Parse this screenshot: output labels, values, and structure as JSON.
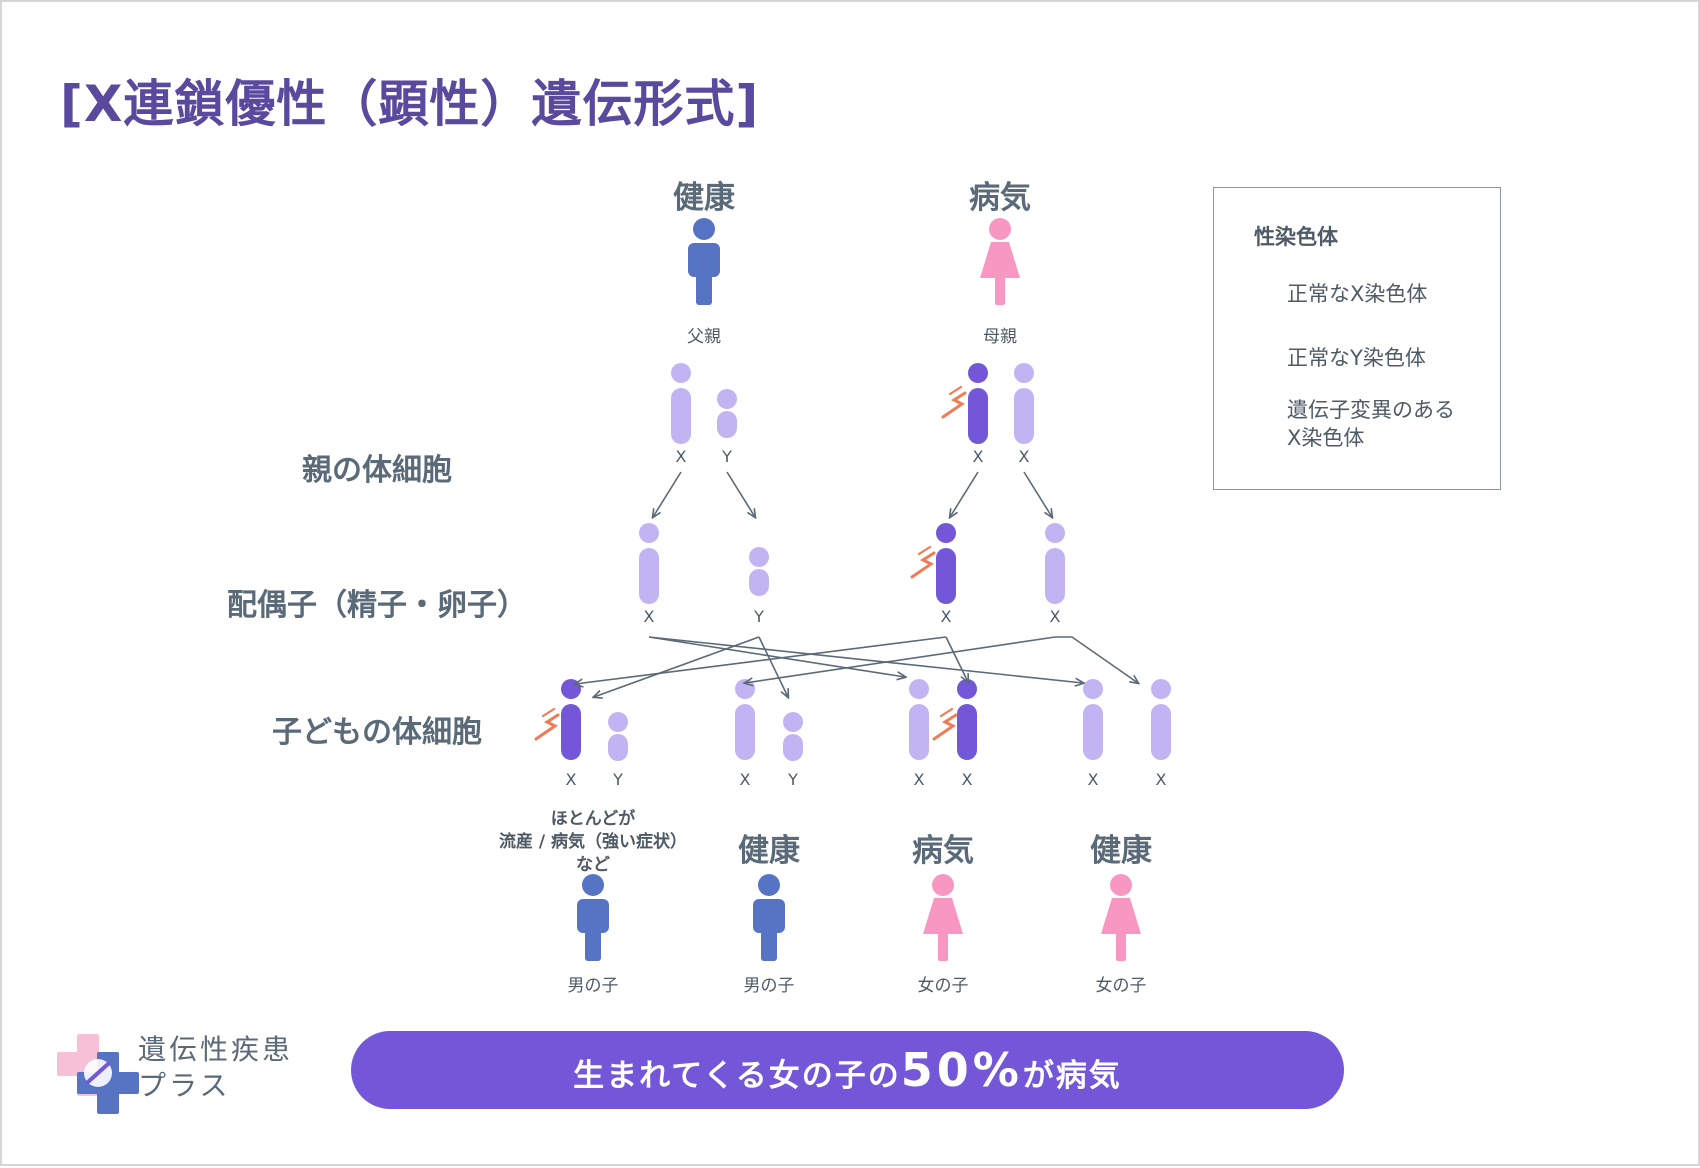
{
  "title": "[X連鎖優性（顕性）遺伝形式]",
  "parents": {
    "father": {
      "status": "健康",
      "caption": "父親"
    },
    "mother": {
      "status": "病気",
      "caption": "母親"
    }
  },
  "row_labels": {
    "somatic": "親の体細胞",
    "gametes": "配偶子（精子・卵子）",
    "children": "子どもの体細胞"
  },
  "chromosome_labels": {
    "father_somatic": [
      "X",
      "Y"
    ],
    "mother_somatic": [
      "X",
      "X"
    ],
    "gametes": [
      "X",
      "Y",
      "X",
      "X"
    ],
    "children": [
      "X",
      "Y",
      "X",
      "Y",
      "X",
      "X",
      "X",
      "X"
    ]
  },
  "children": [
    {
      "note": [
        "ほとんどが",
        "流産 / 病気（強い症状）",
        "など"
      ],
      "caption": "男の子"
    },
    {
      "status": "健康",
      "caption": "男の子"
    },
    {
      "status": "病気",
      "caption": "女の子"
    },
    {
      "status": "健康",
      "caption": "女の子"
    }
  ],
  "legend": {
    "title": "性染色体",
    "normal_x": "正常なX染色体",
    "normal_y": "正常なY染色体",
    "mutated_x": [
      "遺伝子変異のある",
      "X染色体"
    ]
  },
  "logo": {
    "line1": "遺伝性疾患",
    "line2": "プラス"
  },
  "banner": {
    "before": "生まれてくる女の子の",
    "number": "50%",
    "after": "が病気"
  },
  "colors": {
    "title": "#5a4a9e",
    "male": "#5774c4",
    "female": "#f898c2",
    "normal_chromosome": "#c2b4f2",
    "mutated_chromosome": "#7357d8",
    "mutation_mark": "#f07b55",
    "arrow": "#5b6a78",
    "banner": "#7357d8"
  }
}
